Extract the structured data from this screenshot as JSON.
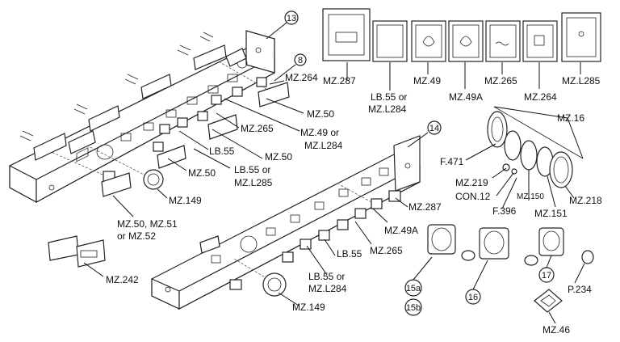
{
  "callouts": {
    "c13": "13",
    "c8": "8",
    "c14": "14",
    "c15a": "15a",
    "c15b": "15b",
    "c16": "16",
    "c17": "17"
  },
  "labels": {
    "mz264_a": "MZ.264",
    "mz50_a": "MZ.50",
    "mz265_a": "MZ.265",
    "mz49_or": "MZ.49 or",
    "mzl284_a": "MZ.L284",
    "lb55_a": "LB.55",
    "mz50_b": "MZ.50",
    "mz50_c": "MZ.50",
    "lb55_or_a": "LB.55 or",
    "mzl285_a": "MZ.L285",
    "mz149_a": "MZ.149",
    "mz5051": "MZ.50, MZ.51",
    "or_mz52": "or MZ.52",
    "mz242": "MZ.242",
    "mz287_top": "MZ.287",
    "lb55_or_top": "LB.55 or",
    "mzl284_top": "MZ.L284",
    "mz49_top": "MZ.49",
    "mz49a_top": "MZ.49A",
    "mz265_top": "MZ.265",
    "mz264_top": "MZ.264",
    "mzl285_top": "MZ.L285",
    "mz16": "MZ.16",
    "f471": "F.471",
    "mz219": "MZ.219",
    "con12": "CON.12",
    "f396": "F.396",
    "mz150": "MZ.150",
    "mz151": "MZ.151",
    "mz218": "MZ.218",
    "mz287_b": "MZ.287",
    "mz49a_b": "MZ.49A",
    "mz265_b": "MZ.265",
    "lb55_b": "LB.55",
    "lb55_or_b": "LB.55 or",
    "mzl284_b": "MZ.L284",
    "mz149_b": "MZ.149",
    "p234": "P.234",
    "mz46": "MZ.46"
  }
}
